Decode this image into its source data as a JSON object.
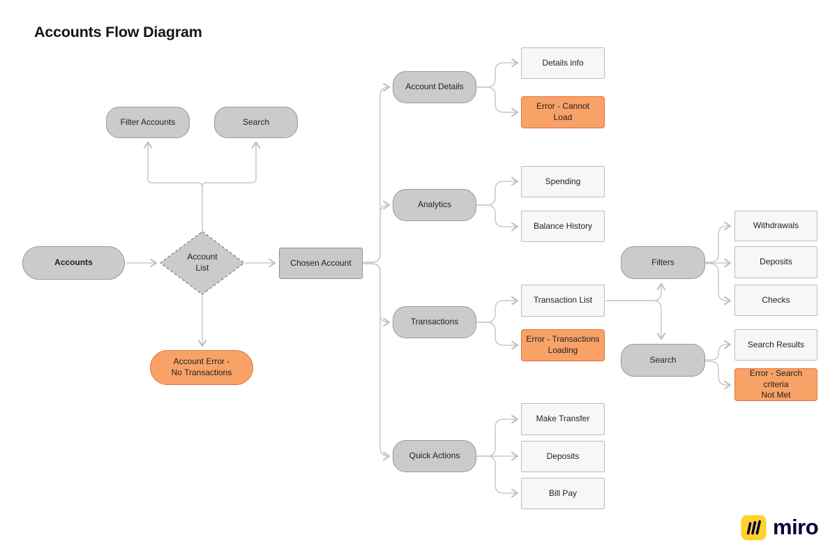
{
  "title": "Accounts Flow Diagram",
  "branding": {
    "wordmark": "miro",
    "logo_icon": "miro-logo-icon"
  },
  "colors": {
    "node_gray_fill": "#CBCBCB",
    "node_gray_border": "#989898",
    "leaf_box_fill": "#F7F7F7",
    "leaf_box_border": "#BCBCBC",
    "error_orange_fill": "#F8A268",
    "error_orange_border": "#DE7339",
    "connector_line": "#C9C9C9",
    "text": "#1F1F1F",
    "logo_yellow": "#FFD02F",
    "logo_navy": "#050038"
  },
  "nodes": {
    "accounts": "Accounts",
    "filter_accounts": "Filter Accounts",
    "search_top": "Search",
    "account_list": "Account\nList",
    "account_error": "Account Error -\nNo Transactions",
    "chosen_account": "Chosen Account",
    "account_details": "Account Details",
    "analytics": "Analytics",
    "transactions": "Transactions",
    "quick_actions": "Quick Actions",
    "details_info": "Details info",
    "error_cannot_load": "Error - Cannot Load",
    "spending": "Spending",
    "balance_history": "Balance History",
    "transaction_list": "Transaction List",
    "error_transactions_loading": "Error - Transactions\nLoading",
    "make_transfer": "Make Transfer",
    "deposits_quick": "Deposits",
    "bill_pay": "Bill Pay",
    "filters": "Filters",
    "search_right": "Search",
    "withdrawals": "Withdrawals",
    "deposits_filter": "Deposits",
    "checks": "Checks",
    "search_results": "Search Results",
    "error_search_criteria": "Error - Search criteria\nNot Met"
  }
}
